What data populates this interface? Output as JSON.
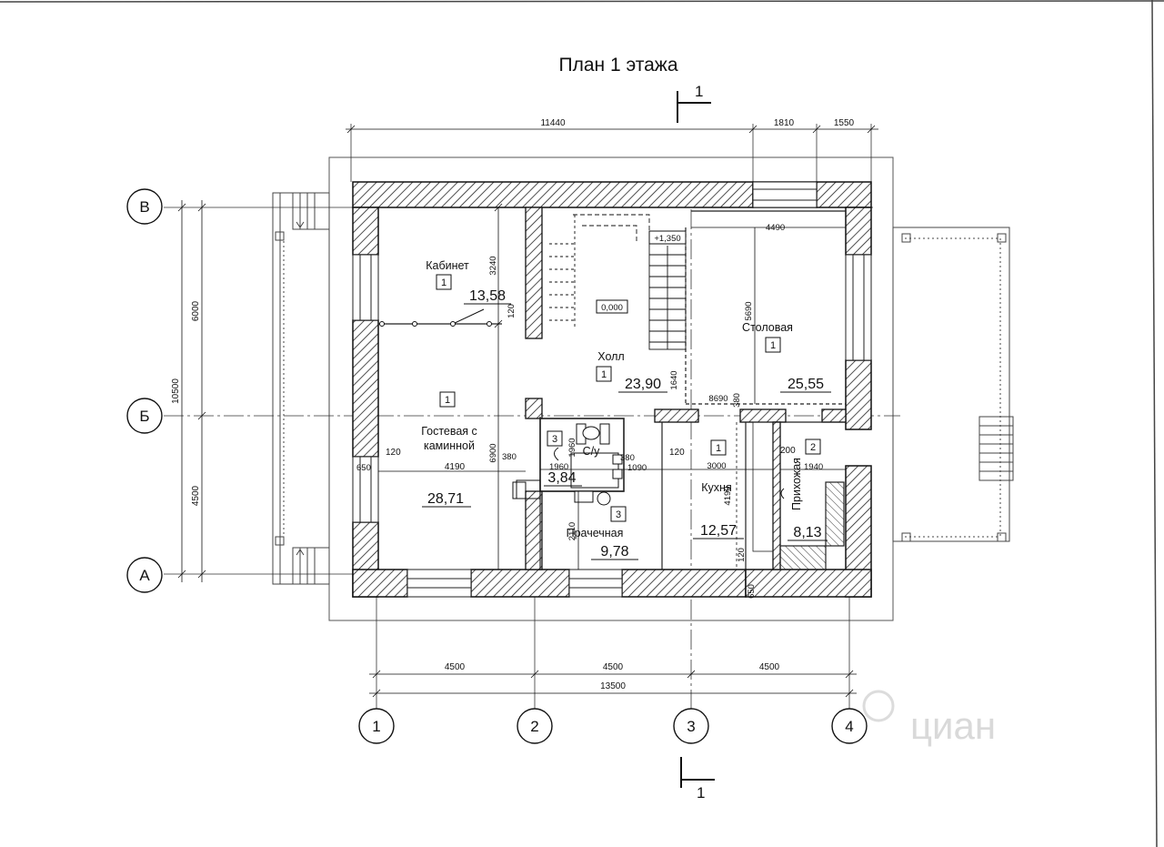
{
  "title": "План 1 этажа",
  "section": {
    "mark": "1"
  },
  "axes": {
    "a1": "1",
    "a2": "2",
    "a3": "3",
    "a4": "4",
    "rv": "В",
    "rb": "Б",
    "ra": "А"
  },
  "dims": {
    "top_main": "11440",
    "top_mid": "1810",
    "top_right": "1550",
    "bottom_1": "4500",
    "bottom_2": "4500",
    "bottom_3": "4500",
    "bottom_total": "13500",
    "left_total": "10500",
    "left_upper": "6000",
    "left_lower": "4500",
    "d3240": "3240",
    "d120a": "120",
    "d6900": "6900",
    "d4190a": "4190",
    "d120b": "120",
    "d650": "650",
    "d380a": "380",
    "d1960a": "1960",
    "d1960b": "1960",
    "d380b": "380",
    "d1090": "1090",
    "d2110": "2110",
    "d4490": "4490",
    "d5690": "5690",
    "d1640": "1640",
    "d8690": "8690",
    "d380c": "380",
    "d120c": "120",
    "d3000": "3000",
    "d4190b": "4190",
    "d120d": "120",
    "d200": "200",
    "d1940": "1940",
    "d650b": "650"
  },
  "rooms": {
    "cabinet": {
      "name": "Кабинет",
      "tag": "1",
      "area": "13,58"
    },
    "hall": {
      "name": "Холл",
      "tag": "1",
      "area": "23,90",
      "level": "0,000",
      "stair_level": "+1,350"
    },
    "dining": {
      "name": "Столовая",
      "tag": "1",
      "area": "25,55"
    },
    "guest": {
      "name_line1": "Гостевая с",
      "name_line2": "каминной",
      "tag": "1",
      "area": "28,71"
    },
    "wc": {
      "name": "С/у",
      "tag": "3",
      "area": "3,84"
    },
    "laundry": {
      "name": "Прачечная",
      "tag": "3",
      "area": "9,78"
    },
    "kitchen": {
      "name": "Кухня",
      "tag": "1",
      "area": "12,57"
    },
    "hallway": {
      "name": "Прихожая",
      "tag": "2",
      "area": "8,13"
    }
  },
  "watermark": "циан"
}
